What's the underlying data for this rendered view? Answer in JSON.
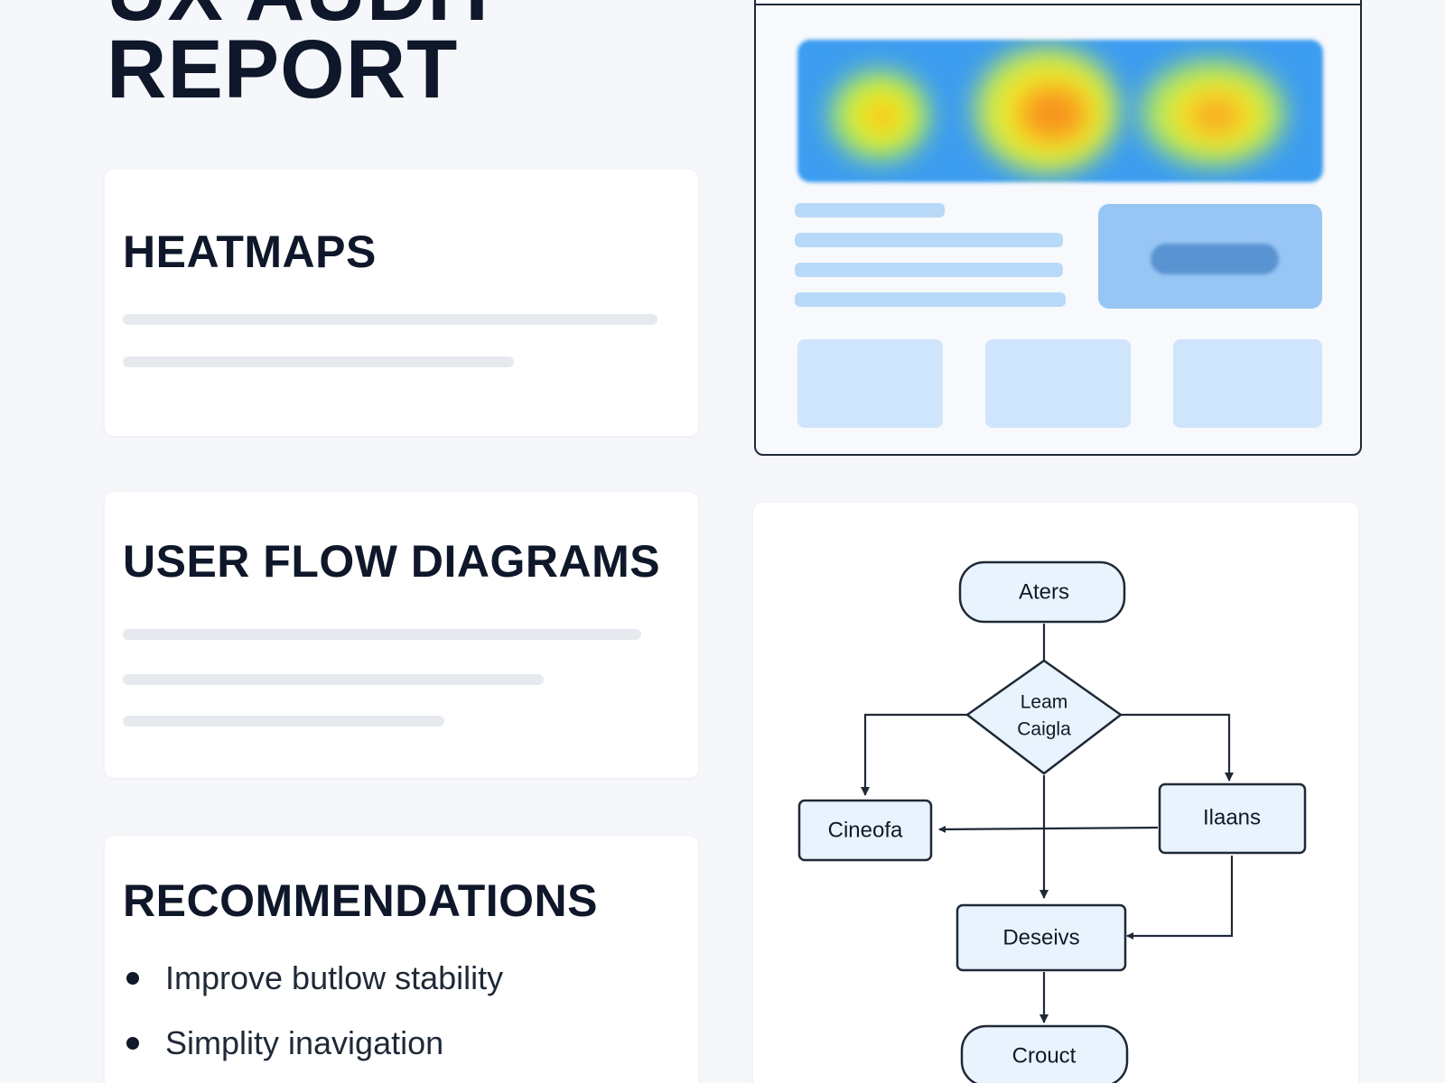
{
  "report": {
    "title_line1": "UX AUDIT",
    "title_line2": "REPORT"
  },
  "sections": {
    "heatmaps": {
      "heading": "HEATMAPS"
    },
    "user_flow": {
      "heading": "USER FLOW DIAGRAMS"
    },
    "recommendations": {
      "heading": "RECOMMENDATIONS",
      "items": [
        {
          "label": "Improve butlow stability"
        },
        {
          "label": "Simplity inavigation"
        }
      ]
    }
  },
  "flow_diagram": {
    "nodes": {
      "start": "Aters",
      "decision_line1": "Leam",
      "decision_line2": "Caigla",
      "left": "Cineofa",
      "right": "Ilaans",
      "middle": "Deseivs",
      "end": "Crouct"
    }
  },
  "colors": {
    "heat_cold": "#3d9df0",
    "heat_warm": "#e3ef2a",
    "heat_hot": "#f7931e",
    "node_fill": "#e8f3fd",
    "node_stroke": "#1f2937",
    "text_dark": "#0f172a"
  }
}
